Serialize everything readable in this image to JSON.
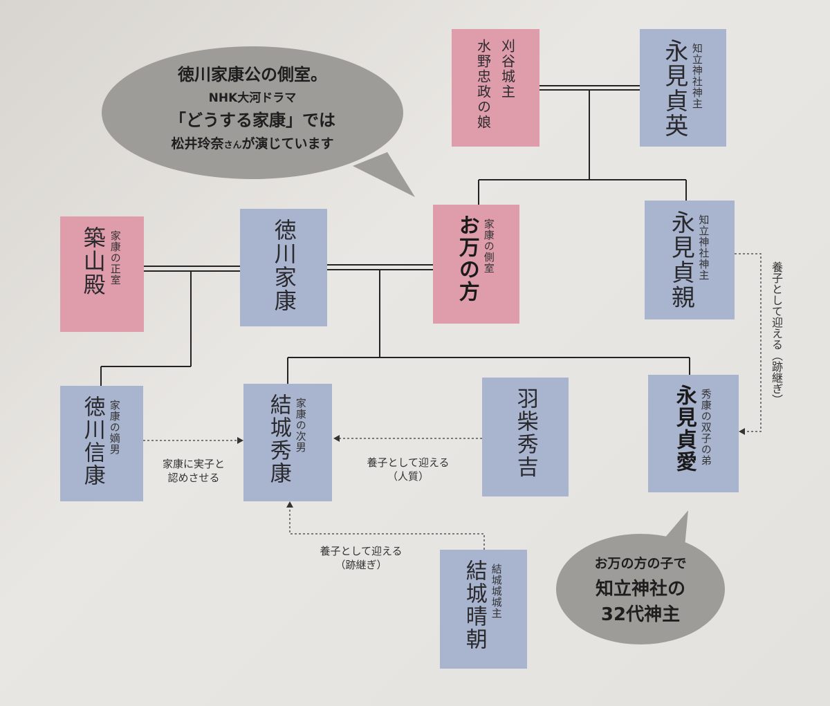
{
  "bubbles": {
    "top": {
      "line1": "徳川家康公の側室。",
      "line2": "NHK大河ドラマ",
      "line3": "「どうする家康」では",
      "line4_main": "松井玲奈",
      "line4_small": "さん",
      "line4_rest": "が演じています"
    },
    "bottom": {
      "line1": "お万の方の子で",
      "line2": "知立神社の",
      "line3": "32代神主"
    }
  },
  "people": {
    "mizuno": {
      "role": "刈谷城主",
      "name": "水野忠政の娘"
    },
    "sadahide": {
      "name": "永見貞英",
      "role": "知立神社神主"
    },
    "tsukiyama": {
      "name": "築山殿",
      "role": "家康の正室"
    },
    "ieyasu": {
      "name": "徳川家康"
    },
    "oman": {
      "name": "お万の方",
      "role": "家康の側室"
    },
    "sadachika": {
      "name": "永見貞親",
      "role": "知立神社神主"
    },
    "nobuyasu": {
      "name": "徳川信康",
      "role": "家康の嫡男"
    },
    "hideyasu": {
      "name": "結城秀康",
      "role": "家康の次男"
    },
    "hideyoshi": {
      "name": "羽柴秀吉"
    },
    "sadachika2": {
      "name": "永見貞愛",
      "role": "秀康の双子の弟"
    },
    "harutomo": {
      "name": "結城晴朝",
      "role": "結城城城主"
    }
  },
  "labels": {
    "nobuyasu_to_hideyasu": [
      "家康に実子と",
      "認めさせる"
    ],
    "hideyoshi_to_hideyasu": [
      "養子として迎える",
      "（人質）"
    ],
    "harutomo_to_hideyasu": [
      "養子として迎える",
      "（跡継ぎ）"
    ],
    "sadachika_to_sadachika2": "養子として迎える（跡継ぎ）"
  },
  "colors": {
    "male_box": "#a9b4cf",
    "female_box": "#df9cab",
    "bubble": "#9e9c98"
  }
}
